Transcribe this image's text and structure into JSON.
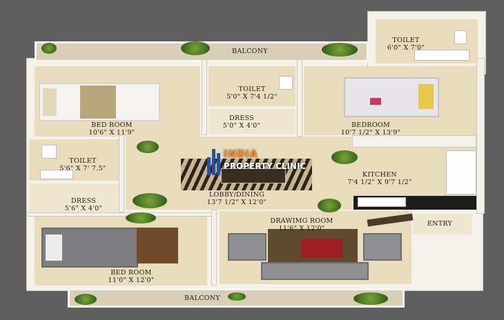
{
  "rooms": {
    "balcony_top": {
      "name": "BALCONY"
    },
    "toilet_top_right": {
      "name": "TOILET",
      "size": "6'0\" X 7'0\""
    },
    "bedroom_top_left": {
      "name": "BED ROOM",
      "size": "10'6\" X 11'9\""
    },
    "toilet_center": {
      "name": "TOILET",
      "size": "5'0\" X 7'4 1/2\""
    },
    "dress_center": {
      "name": "DRESS",
      "size": "5'0\" X 4'0\""
    },
    "bedroom_right": {
      "name": "BEDROOM",
      "size": "10'7 1/2\" X 13'9\""
    },
    "toilet_left": {
      "name": "TOILET",
      "size": "5'6\" X 7' 7.5\""
    },
    "dress_left": {
      "name": "DRESS",
      "size": "5'6\" X 4'0\""
    },
    "lobby_dining": {
      "name": "LOBBY/DINING",
      "size": "13'7 1/2\" X 12'0\""
    },
    "kitchen": {
      "name": "KITCHEN",
      "size": "7'4 1/2\" X 9'7 1/2\""
    },
    "drawing_room": {
      "name": "DRAWIMG ROOM",
      "size": "11'6\" X 12'0\""
    },
    "entry": {
      "name": "ENTRY"
    },
    "bedroom_bottom_left": {
      "name": "BED ROOM",
      "size": "11'0\" X 12'0\""
    },
    "balcony_bottom": {
      "name": "BALCONY"
    }
  },
  "watermark": {
    "line1": "INDIA",
    "line2": "PROPERTY CLINIC"
  },
  "colors": {
    "background": "#5f5f5f",
    "floor": "#e8dcbd",
    "wall": "#f4f1ea",
    "watermark_accent": "#ff8a1e"
  },
  "icons": [
    "bed-icon",
    "sofa-icon",
    "dining-table-icon",
    "plant-icon",
    "toilet-icon",
    "sink-icon"
  ]
}
